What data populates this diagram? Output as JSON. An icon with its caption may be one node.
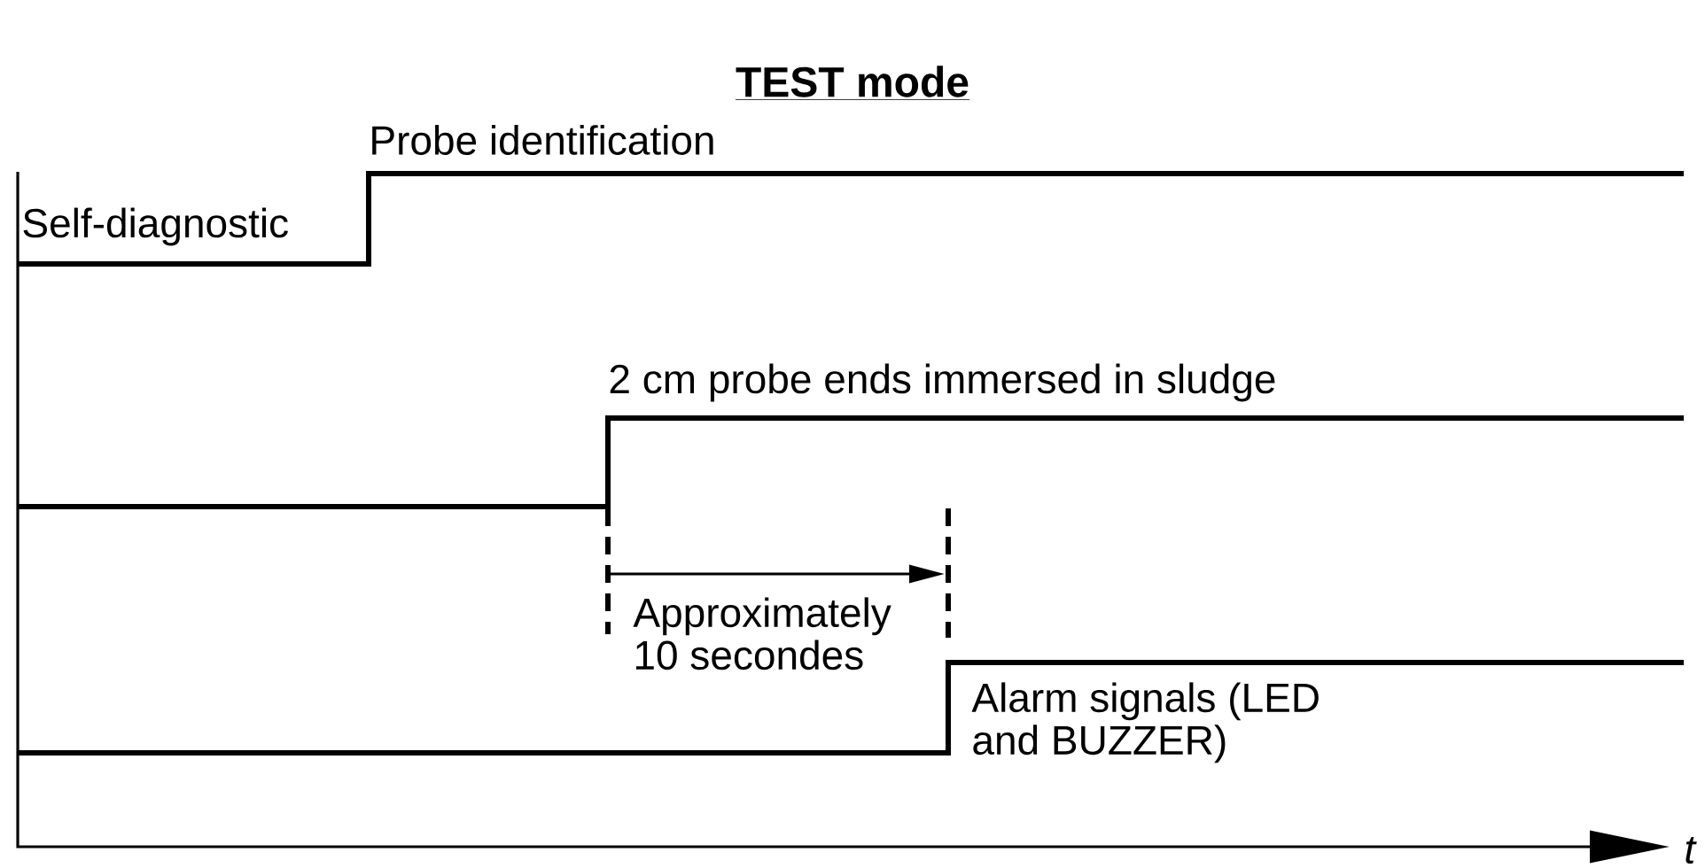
{
  "diagram": {
    "title": "TEST mode",
    "labels": [
      "Probe identification",
      "Self-diagnostic",
      "2 cm probe ends immersed in sludge",
      "Approximately 10 secondes",
      "Alarm signals (LED and BUZZER)",
      "t"
    ]
  }
}
